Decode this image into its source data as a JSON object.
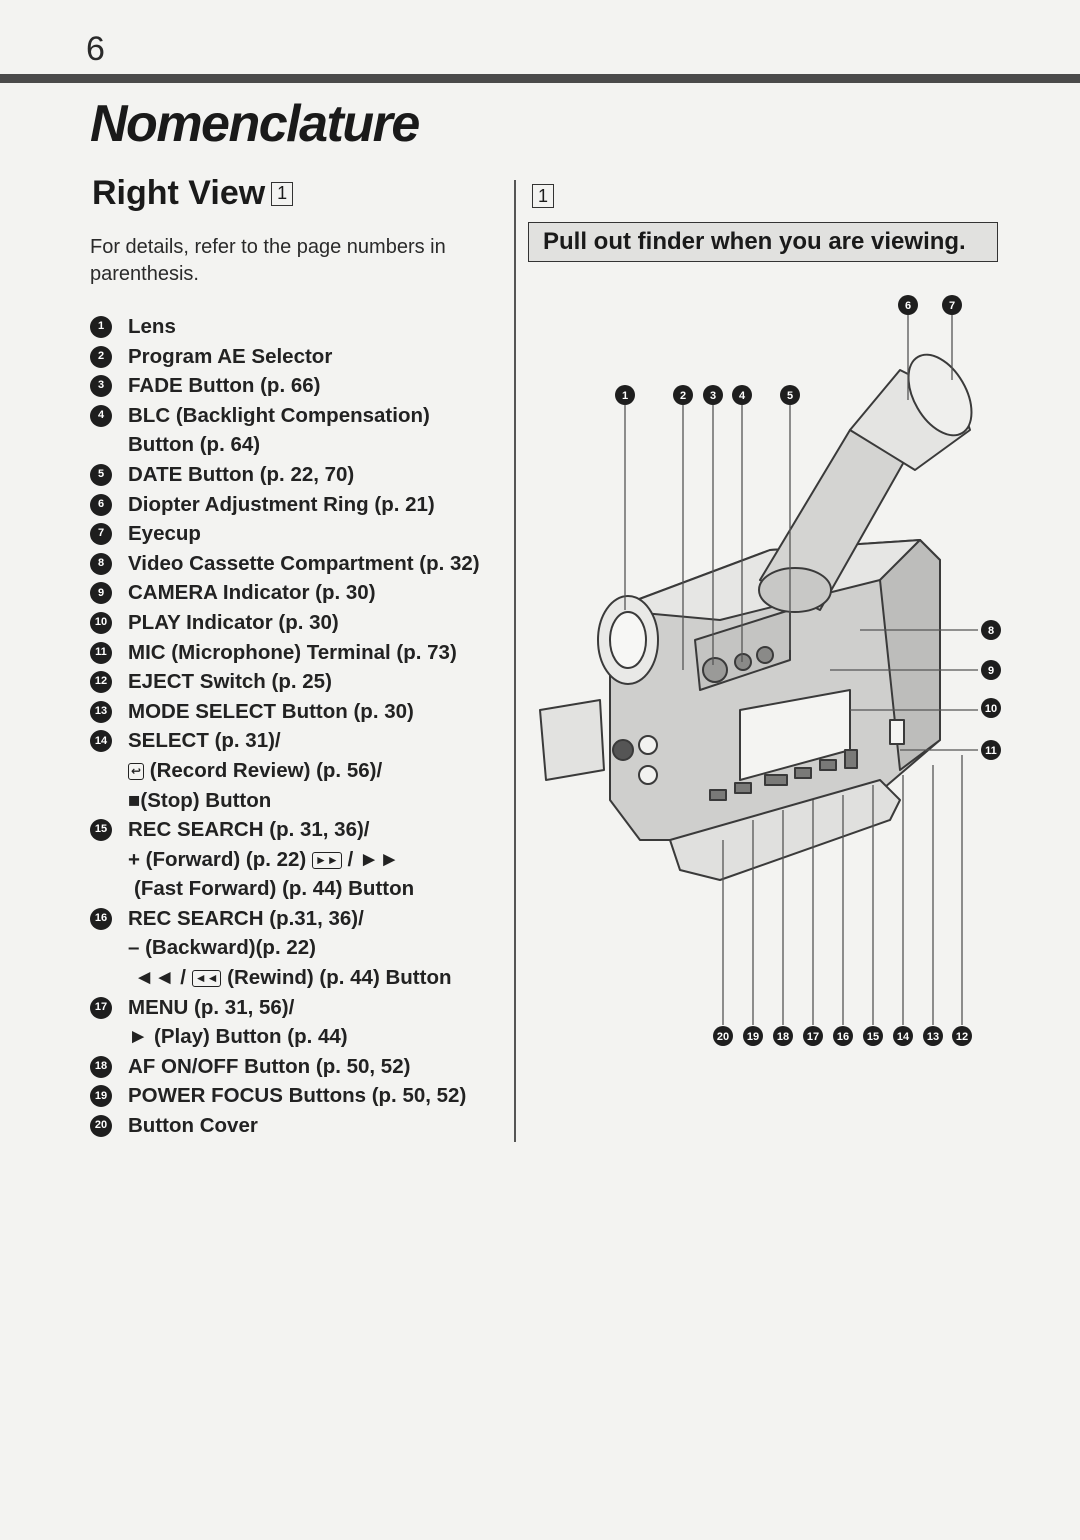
{
  "page_number": "6",
  "title": "Nomenclature",
  "section": {
    "title": "Right View",
    "box_number": "1",
    "intro": "For details, refer to the page numbers in parenthesis."
  },
  "parts": [
    {
      "num": "1",
      "lines": [
        "Lens"
      ]
    },
    {
      "num": "2",
      "lines": [
        "Program AE Selector"
      ]
    },
    {
      "num": "3",
      "lines": [
        "FADE Button (p. 66)"
      ]
    },
    {
      "num": "4",
      "lines": [
        "BLC (Backlight Compensation)",
        "Button (p. 64)"
      ]
    },
    {
      "num": "5",
      "lines": [
        "DATE Button (p. 22, 70)"
      ]
    },
    {
      "num": "6",
      "lines": [
        "Diopter Adjustment Ring (p. 21)"
      ]
    },
    {
      "num": "7",
      "lines": [
        "Eyecup"
      ]
    },
    {
      "num": "8",
      "lines": [
        "Video Cassette Compartment (p. 32)"
      ]
    },
    {
      "num": "9",
      "lines": [
        "CAMERA Indicator (p. 30)"
      ]
    },
    {
      "num": "10",
      "lines": [
        "PLAY Indicator (p. 30)"
      ]
    },
    {
      "num": "11",
      "lines": [
        "MIC (Microphone) Terminal (p. 73)"
      ]
    },
    {
      "num": "12",
      "lines": [
        "EJECT Switch (p. 25)"
      ]
    },
    {
      "num": "13",
      "lines": [
        "MODE SELECT Button (p. 30)"
      ]
    },
    {
      "num": "14",
      "lines": [
        "SELECT (p. 31)/",
        "(Record Review) (p. 56)/",
        "(Stop) Button"
      ]
    },
    {
      "num": "15",
      "lines": [
        "REC SEARCH (p. 31, 36)/",
        "+ (Forward) (p. 22)",
        "(Fast Forward) (p. 44) Button"
      ]
    },
    {
      "num": "16",
      "lines": [
        "REC SEARCH (p.31, 36)/",
        "– (Backward)(p. 22)",
        "(Rewind) (p. 44) Button"
      ]
    },
    {
      "num": "17",
      "lines": [
        "MENU (p. 31, 56)/",
        "(Play) Button (p. 44)"
      ]
    },
    {
      "num": "18",
      "lines": [
        "AF ON/OFF Button (p. 50, 52)"
      ]
    },
    {
      "num": "19",
      "lines": [
        "POWER FOCUS Buttons (p. 50, 52)"
      ]
    },
    {
      "num": "20",
      "lines": [
        "Button Cover"
      ]
    }
  ],
  "icons": {
    "record_review": "record-review-icon",
    "stop": "stop-square-icon",
    "forward": "forward-key-icon",
    "fast_forward": "fast-forward-icon",
    "rewind": "rewind-icon",
    "play": "play-triangle-icon"
  },
  "symbols": {
    "slash": "/",
    "ff_glyph": "►►",
    "rew_glyph": "◄◄",
    "play_glyph": "►",
    "stop_glyph": "■",
    "fwd_key": "►►",
    "rew_key": "◄◄",
    "rr_key": "↩"
  },
  "illustration": {
    "box_number": "1",
    "notice": "Pull out finder when you are viewing.",
    "callouts_top": [
      "1",
      "2",
      "3",
      "4",
      "5",
      "6",
      "7"
    ],
    "callouts_right": [
      "8",
      "9",
      "10",
      "11"
    ],
    "callouts_bottom": [
      "20",
      "19",
      "18",
      "17",
      "16",
      "15",
      "14",
      "13",
      "12"
    ]
  },
  "colors": {
    "background": "#f3f3f1",
    "ink": "#1c1c1c",
    "rule": "#4a4a4a",
    "notice_fill": "#e1e1df"
  }
}
